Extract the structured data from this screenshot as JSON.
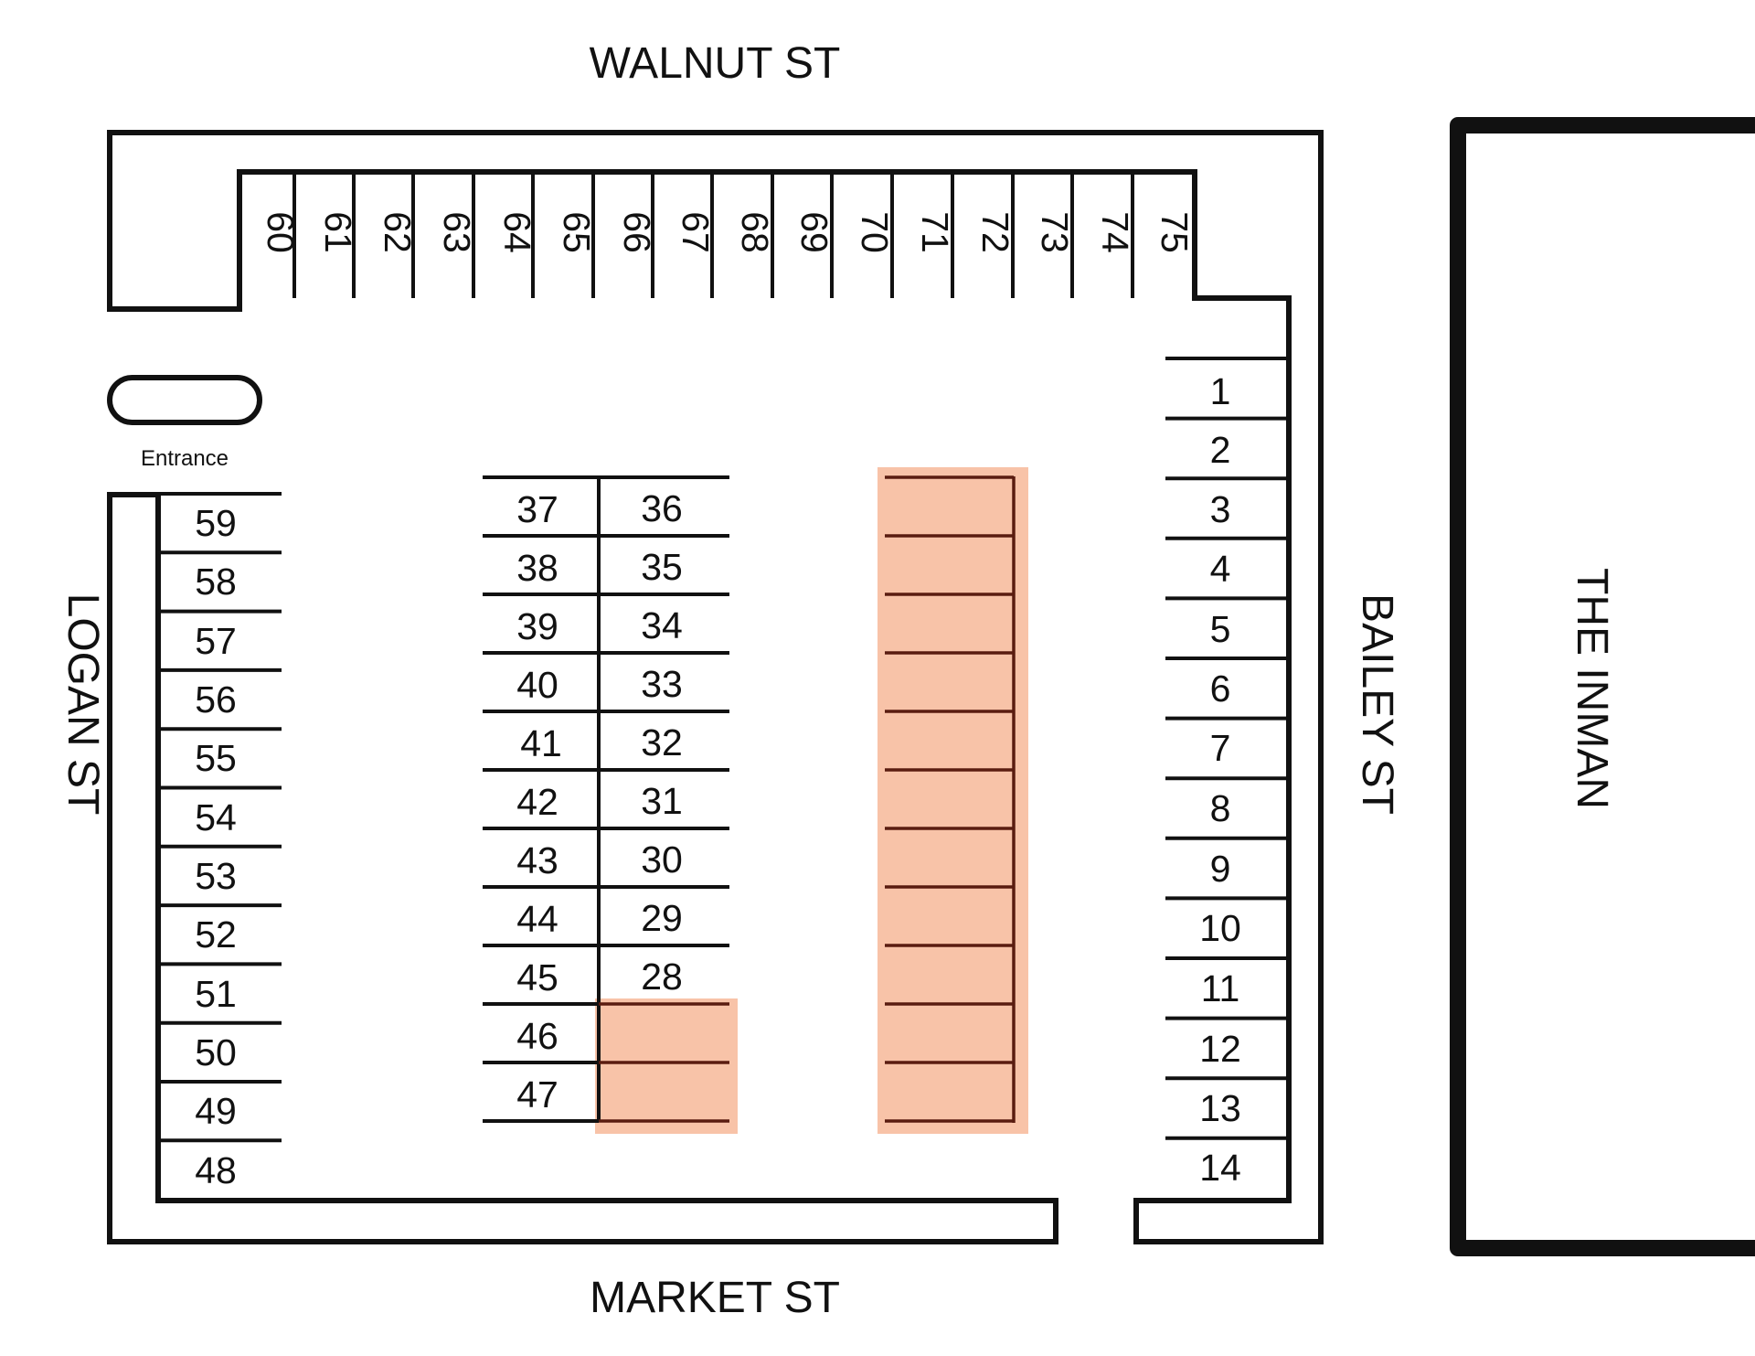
{
  "streets": {
    "north": "WALNUT ST",
    "south": "MARKET ST",
    "west": "LOGAN ST",
    "east": "BAILEY ST",
    "building": "THE INMAN"
  },
  "entrance_label": "Entrance",
  "colors": {
    "highlight": "#f8c3a8",
    "outline": "#111111",
    "highlight_line": "#5a1c10"
  },
  "spaces": {
    "top_row": [
      "60",
      "61",
      "62",
      "63",
      "64",
      "65",
      "66",
      "67",
      "68",
      "69",
      "70",
      "71",
      "72",
      "73",
      "74",
      "75"
    ],
    "right_column": [
      "1",
      "2",
      "3",
      "4",
      "5",
      "6",
      "7",
      "8",
      "9",
      "10",
      "11",
      "12",
      "13",
      "14"
    ],
    "left_column": [
      "59",
      "58",
      "57",
      "56",
      "55",
      "54",
      "53",
      "52",
      "51",
      "50",
      "49",
      "48"
    ],
    "center_left": [
      "37",
      "38",
      "39",
      "40",
      "41",
      "42",
      "43",
      "44",
      "45",
      "46",
      "47"
    ],
    "center_right": [
      "36",
      "35",
      "34",
      "33",
      "32",
      "31",
      "30",
      "29",
      "28"
    ]
  }
}
